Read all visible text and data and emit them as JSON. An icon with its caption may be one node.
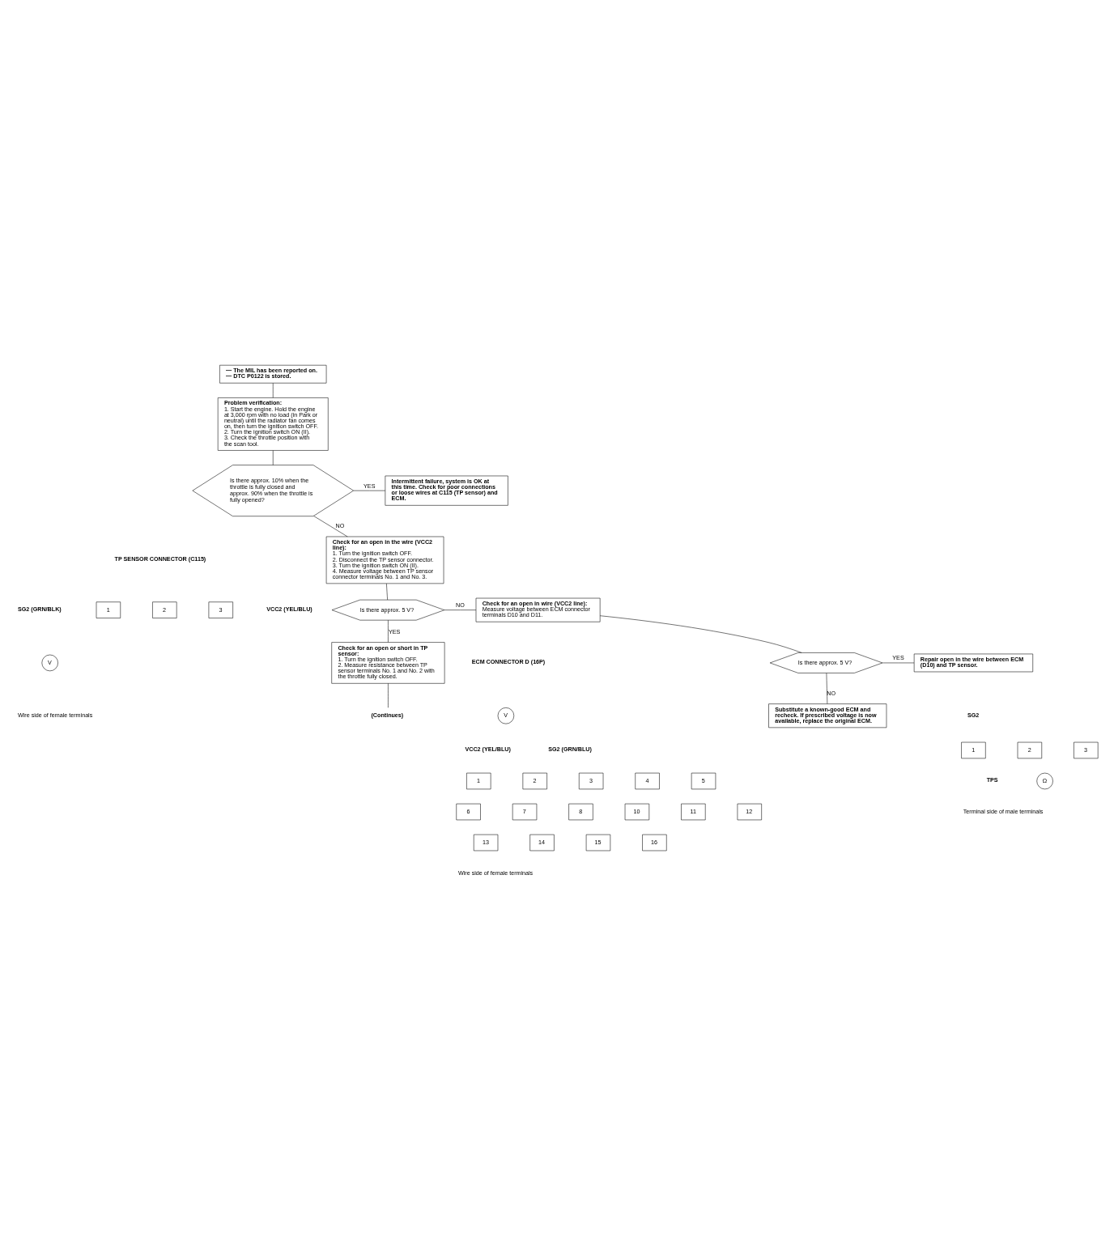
{
  "diagram": {
    "nodes": [
      {
        "text": [
          "— The MIL has been reported on.",
          "— DTC P0122 is stored."
        ]
      },
      {
        "text": [
          "Problem verification:",
          "1. Start the engine. Hold the engine at 3,000 rpm with no load (in Park or neutral) until the radiator fan comes on, then turn the ignition switch OFF.",
          "2. Turn the ignition switch ON (II).",
          "3. Check the throttle position with the scan tool."
        ]
      },
      {
        "text": [
          "Is there approx. 10% when the throttle is fully closed and approx. 90% when the throttle is fully opened?"
        ]
      },
      {
        "text": [
          "Intermittent failure, system is OK at this time. Check for poor connections or loose wires at C115 (TP sensor) and ECM."
        ]
      },
      {
        "text": [
          "Check for an open in the wire (VCC2 line):",
          "1. Turn the ignition switch OFF.",
          "2. Disconnect the TP sensor connector.",
          "3. Turn the ignition switch ON (II).",
          "4. Measure voltage between TP sensor connector terminals No. 1 and No. 3."
        ]
      },
      {
        "text": [
          "Is there approx. 5 V?"
        ]
      },
      {
        "text": [
          "Check for an open in wire (VCC2 line):",
          "Measure voltage between ECM connector terminals D10 and D11."
        ]
      },
      {
        "text": [
          "Is there approx. 5 V?"
        ]
      },
      {
        "text": [
          "Repair open in the wire between ECM (D10) and TP sensor."
        ]
      },
      {
        "text": [
          "Substitute a known-good ECM and recheck. If prescribed voltage is now available, replace the original ECM."
        ]
      },
      {
        "text": [
          "Check for an open or short in TP sensor:",
          "1. Turn the ignition switch OFF.",
          "2. Measure resistance between TP sensor terminals No. 1 and No. 2 with the throttle fully closed."
        ]
      },
      {
        "text": [
          "(Continues)"
        ]
      }
    ],
    "edges": [
      {
        "from": 0,
        "to": 1,
        "arrow": "none"
      },
      {
        "from": 1,
        "to": 2,
        "arrow": "none"
      },
      {
        "from": 2,
        "to": 3,
        "arrow": "none",
        "label": "YES"
      },
      {
        "from": 2,
        "to": 4,
        "arrow": "none",
        "label": "NO"
      },
      {
        "from": 4,
        "to": 5,
        "arrow": "none"
      },
      {
        "from": 5,
        "to": 6,
        "arrow": "none",
        "label": "NO"
      },
      {
        "from": 5,
        "to": 10,
        "arrow": "none",
        "label": "YES"
      },
      {
        "from": 6,
        "to": 7,
        "arrow": "none"
      },
      {
        "from": 7,
        "to": 8,
        "arrow": "none",
        "label": "YES"
      },
      {
        "from": 7,
        "to": 9,
        "arrow": "none",
        "label": "NO"
      },
      {
        "from": 10,
        "to": 11,
        "arrow": "none"
      }
    ],
    "labels": [
      "TP SENSOR CONNECTOR (C115)",
      "SG2 (GRN/BLK)",
      "1",
      "2",
      "3",
      "VCC2 (YEL/BLU)",
      "V",
      "Wire side of female terminals",
      "ECM CONNECTOR D (16P)",
      "V",
      "VCC2 (YEL/BLU)",
      "SG2 (GRN/BLU)",
      "1",
      "2",
      "3",
      "4",
      "5",
      "6",
      "7",
      "8",
      "10",
      "11",
      "12",
      "13",
      "14",
      "15",
      "16",
      "Wire side of female terminals",
      "SG2",
      "1",
      "2",
      "3",
      "TPS",
      "Ω",
      "Terminal side of male terminals"
    ]
  }
}
